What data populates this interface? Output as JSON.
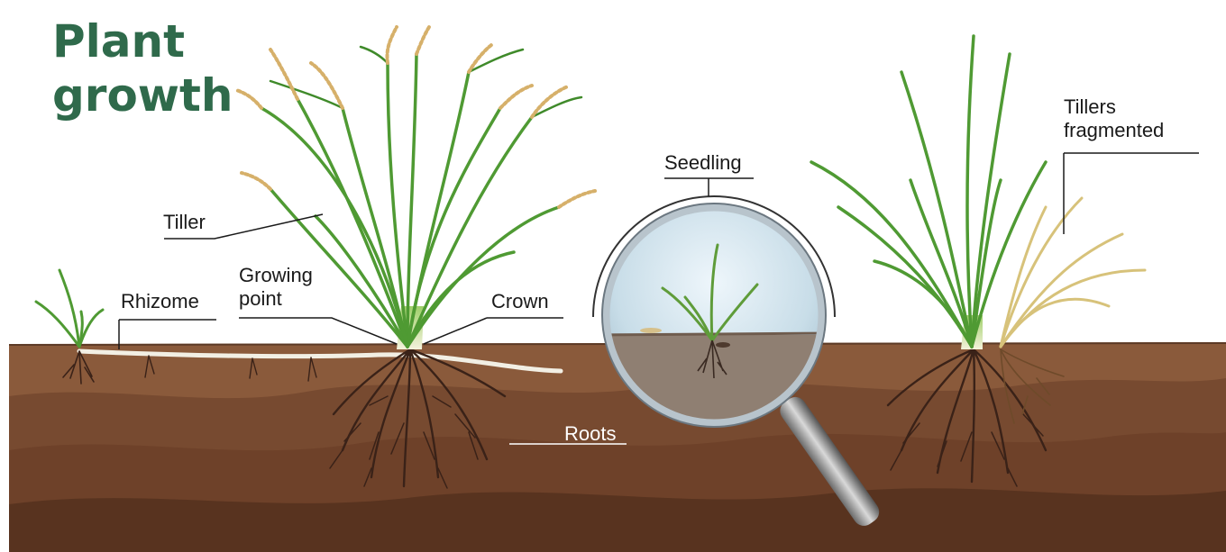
{
  "title": {
    "line1": "Plant",
    "line2": "growth"
  },
  "labels": {
    "tiller": "Tiller",
    "rhizome": "Rhizome",
    "growing_point_line1": "Growing",
    "growing_point_line2": "point",
    "crown": "Crown",
    "seedling": "Seedling",
    "roots": "Roots",
    "tillers_fragmented_line1": "Tillers",
    "tillers_fragmented_line2": "fragmented"
  },
  "colors": {
    "title": "#2f6a4b",
    "soil_top": "#8a5a3b",
    "soil_mid": "#6e4129",
    "soil_deep": "#4e2c1b",
    "grass": "#4f9a33",
    "dry_grass": "#d7c27a",
    "roots": "#3a2218"
  },
  "icons": [
    "magnifying-glass-icon"
  ]
}
